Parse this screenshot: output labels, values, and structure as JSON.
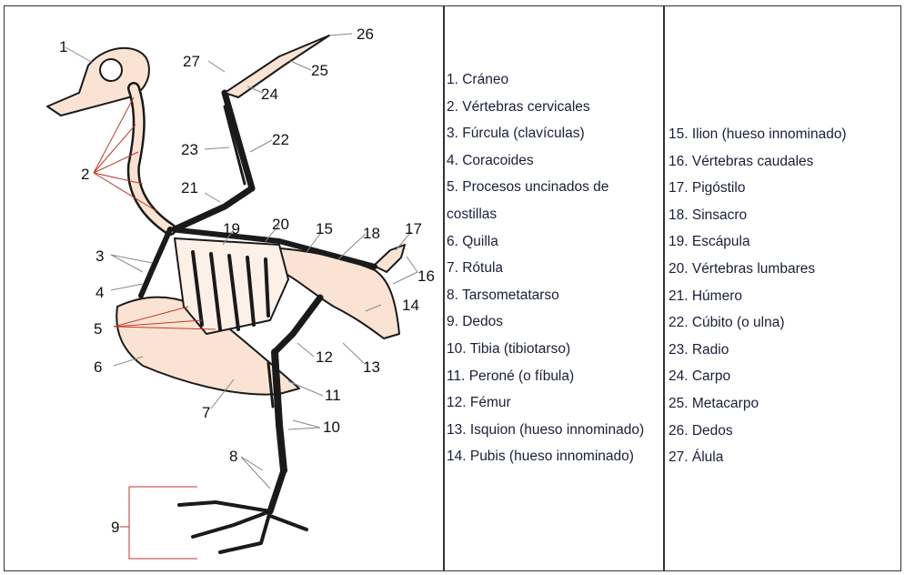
{
  "callout_numbers": [
    "1",
    "2",
    "3",
    "4",
    "5",
    "6",
    "7",
    "8",
    "9",
    "10",
    "11",
    "12",
    "13",
    "14",
    "15",
    "16",
    "17",
    "18",
    "19",
    "20",
    "21",
    "22",
    "23",
    "24",
    "25",
    "26",
    "27"
  ],
  "legend_col1": [
    "1. Cráneo",
    "2. Vértebras cervicales",
    "3. Fúrcula (clavículas)",
    "4. Coracoides",
    "5. Procesos uncinados de costillas",
    "6. Quilla",
    "7. Rótula",
    "8. Tarsometatarso",
    "9. Dedos",
    "10. Tibia (tibiotarso)",
    "11. Peroné (o fíbula)",
    "12. Fémur",
    "13. Isquion (hueso innominado)",
    "14. Pubis (hueso innominado)"
  ],
  "legend_col2": [
    "15. Ilion (hueso innominado)",
    "16. Vértebras caudales",
    "17. Pigóstilo",
    "18. Sinsacro",
    "19. Escápula",
    "20. Vértebras lumbares",
    "21. Húmero",
    "22. Cúbito (o ulna)",
    "23. Radio",
    "24. Carpo",
    "25. Metacarpo",
    "26. Dedos",
    "27. Álula"
  ],
  "colors": {
    "bone_fill": "#fbe3d3",
    "bone_stroke": "#1a1a1a",
    "leader_red": "#c0392b",
    "text": "#1a1f3a"
  }
}
